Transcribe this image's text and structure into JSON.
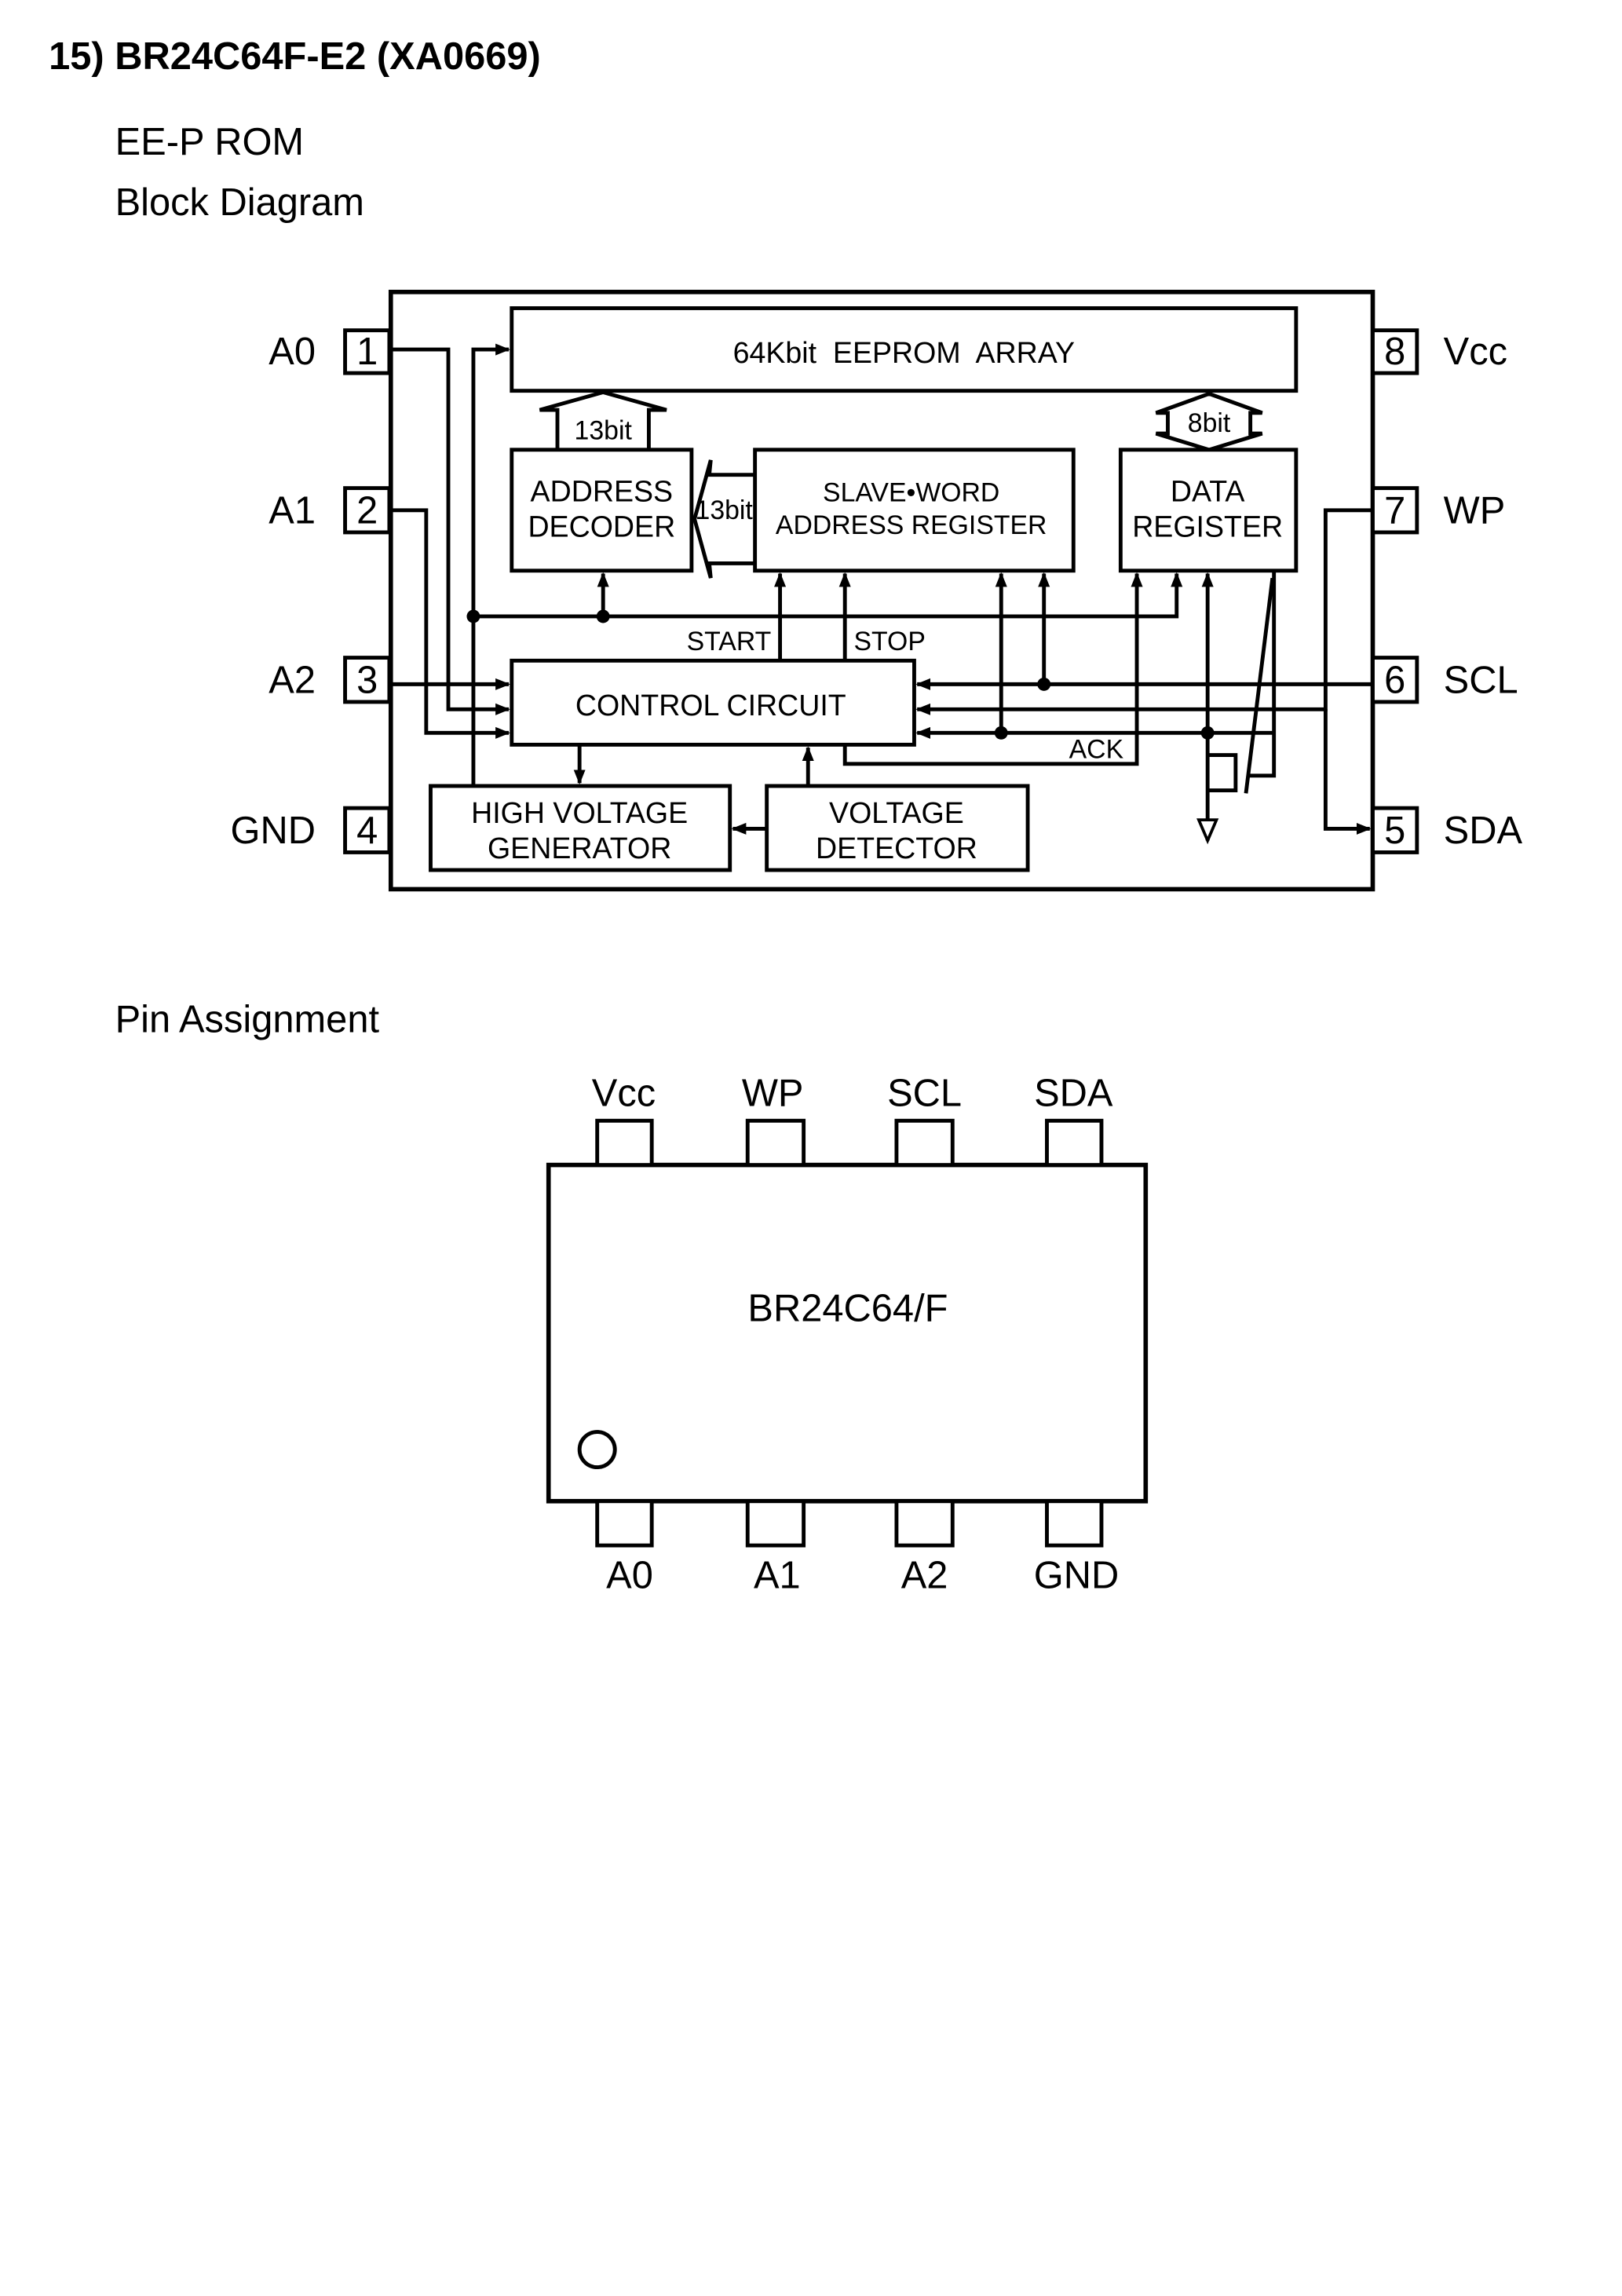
{
  "heading": "15) BR24C64F-E2 (XA0669)",
  "subtitle": "EE-P ROM",
  "block_title": "Block Diagram",
  "pin_title": "Pin Assignment",
  "block_diagram": {
    "pins_left": [
      {
        "num": "1",
        "name": "A0"
      },
      {
        "num": "2",
        "name": "A1"
      },
      {
        "num": "3",
        "name": "A2"
      },
      {
        "num": "4",
        "name": "GND"
      }
    ],
    "pins_right": [
      {
        "num": "8",
        "name": "Vcc"
      },
      {
        "num": "7",
        "name": "WP"
      },
      {
        "num": "6",
        "name": "SCL"
      },
      {
        "num": "5",
        "name": "SDA"
      }
    ],
    "eeprom_array": "64Kbit  EEPROM  ARRAY",
    "address_decoder": [
      "ADDRESS",
      "DECODER"
    ],
    "slave_word_register": [
      "SLAVE•WORD",
      "ADDRESS REGISTER"
    ],
    "data_register": [
      "DATA",
      "REGISTER"
    ],
    "control_circuit": "CONTROL CIRCUIT",
    "high_voltage_generator": [
      "HIGH VOLTAGE",
      "GENERATOR"
    ],
    "voltage_detector": [
      "VOLTAGE",
      "DETECTOR"
    ],
    "bus_13bit_up": "13bit",
    "bus_13bit_left": "13bit",
    "bus_8bit": "8bit",
    "start_label": "START",
    "stop_label": "STOP",
    "ack_label": "ACK"
  },
  "pin_assignment": {
    "chip_name": "BR24C64/F",
    "top_pins": [
      "Vcc",
      "WP",
      "SCL",
      "SDA"
    ],
    "bottom_pins": [
      "A0",
      "A1",
      "A2",
      "GND"
    ]
  }
}
